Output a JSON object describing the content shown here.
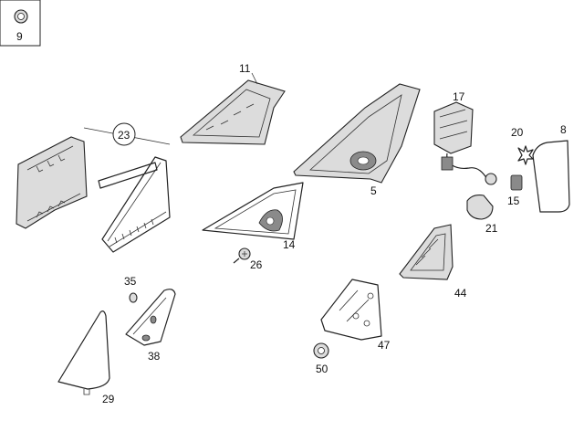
{
  "diagram": {
    "labels": {
      "p9": "9",
      "p11": "11",
      "p17": "17",
      "p8": "8",
      "p20": "20",
      "p23": "23",
      "p5": "5",
      "p15": "15",
      "p21": "21",
      "p14": "14",
      "p26": "26",
      "p35": "35",
      "p44": "44",
      "p47": "47",
      "p38": "38",
      "p50": "50",
      "p29": "29"
    }
  }
}
